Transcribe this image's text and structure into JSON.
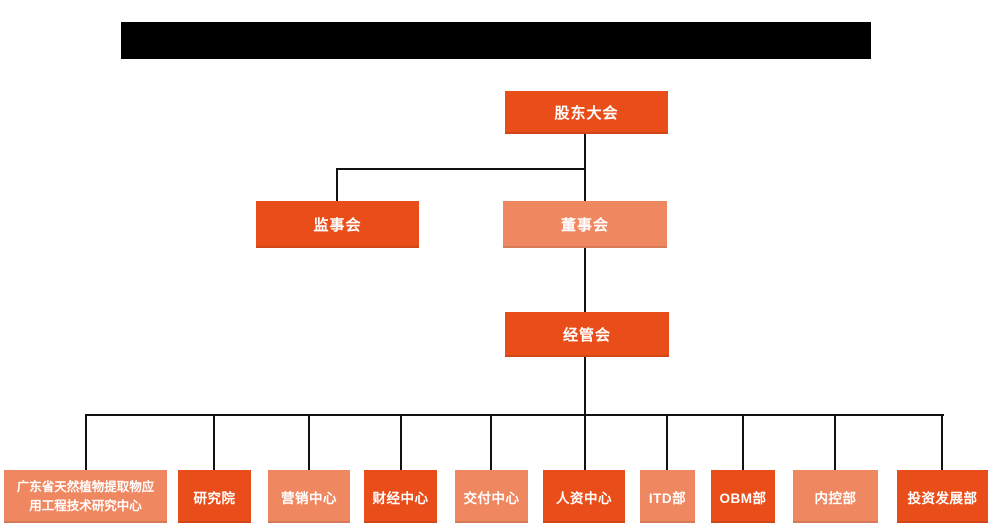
{
  "page": {
    "background_color": "#ffffff",
    "redacted_title_bar": true
  },
  "colors": {
    "node_dark": "#E94E1A",
    "node_light": "#EF8761",
    "connector": "#111111",
    "redaction": "#000000",
    "node_text": "#ffffff"
  },
  "org_chart": {
    "root": {
      "label": "股东大会",
      "variant": "dark"
    },
    "level2": [
      {
        "label": "监事会",
        "variant": "dark"
      },
      {
        "label": "董事会",
        "variant": "light"
      }
    ],
    "level3": {
      "label": "经管会",
      "variant": "dark"
    },
    "level4": [
      {
        "label": "广东省天然植物提取物应用工程技术研究中心",
        "variant": "light"
      },
      {
        "label": "研究院",
        "variant": "dark"
      },
      {
        "label": "营销中心",
        "variant": "light"
      },
      {
        "label": "财经中心",
        "variant": "dark"
      },
      {
        "label": "交付中心",
        "variant": "light"
      },
      {
        "label": "人资中心",
        "variant": "dark"
      },
      {
        "label": "ITD部",
        "variant": "light"
      },
      {
        "label": "OBM部",
        "variant": "dark"
      },
      {
        "label": "内控部",
        "variant": "light"
      },
      {
        "label": "投资发展部",
        "variant": "dark"
      }
    ]
  }
}
